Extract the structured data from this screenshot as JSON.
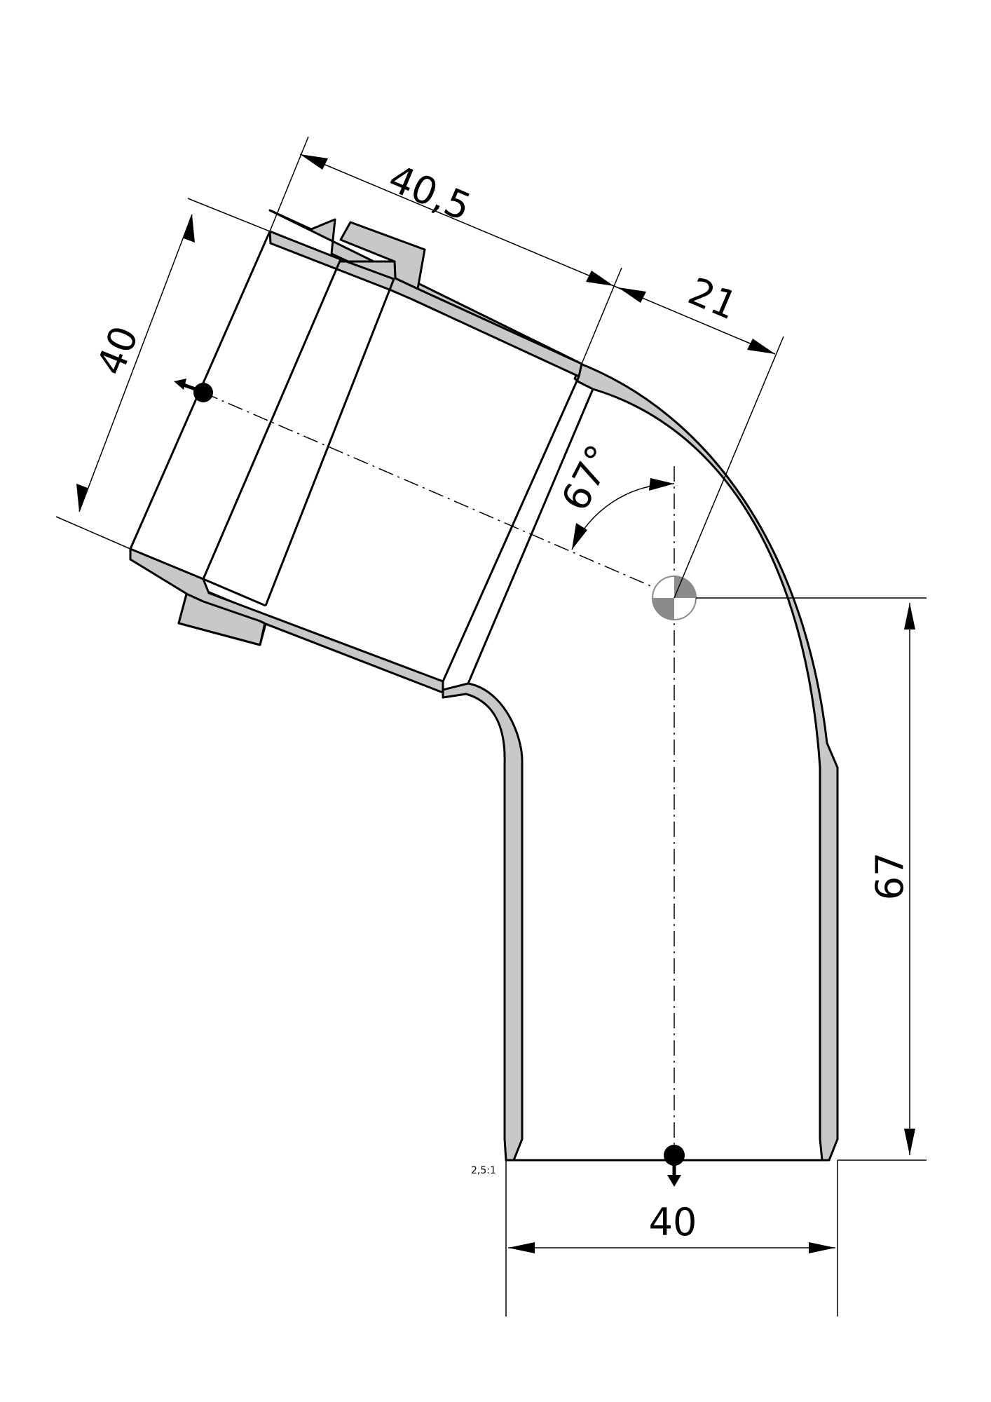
{
  "dimensions": {
    "socket_length": "40,5",
    "bend_offset": "21",
    "socket_diameter": "40",
    "angle": "67°",
    "height": "67",
    "outlet_diameter": "40"
  },
  "scale": "2,5:1",
  "colors": {
    "wall_fill": "#c8c8c8",
    "line": "#000000",
    "background": "#ffffff"
  }
}
